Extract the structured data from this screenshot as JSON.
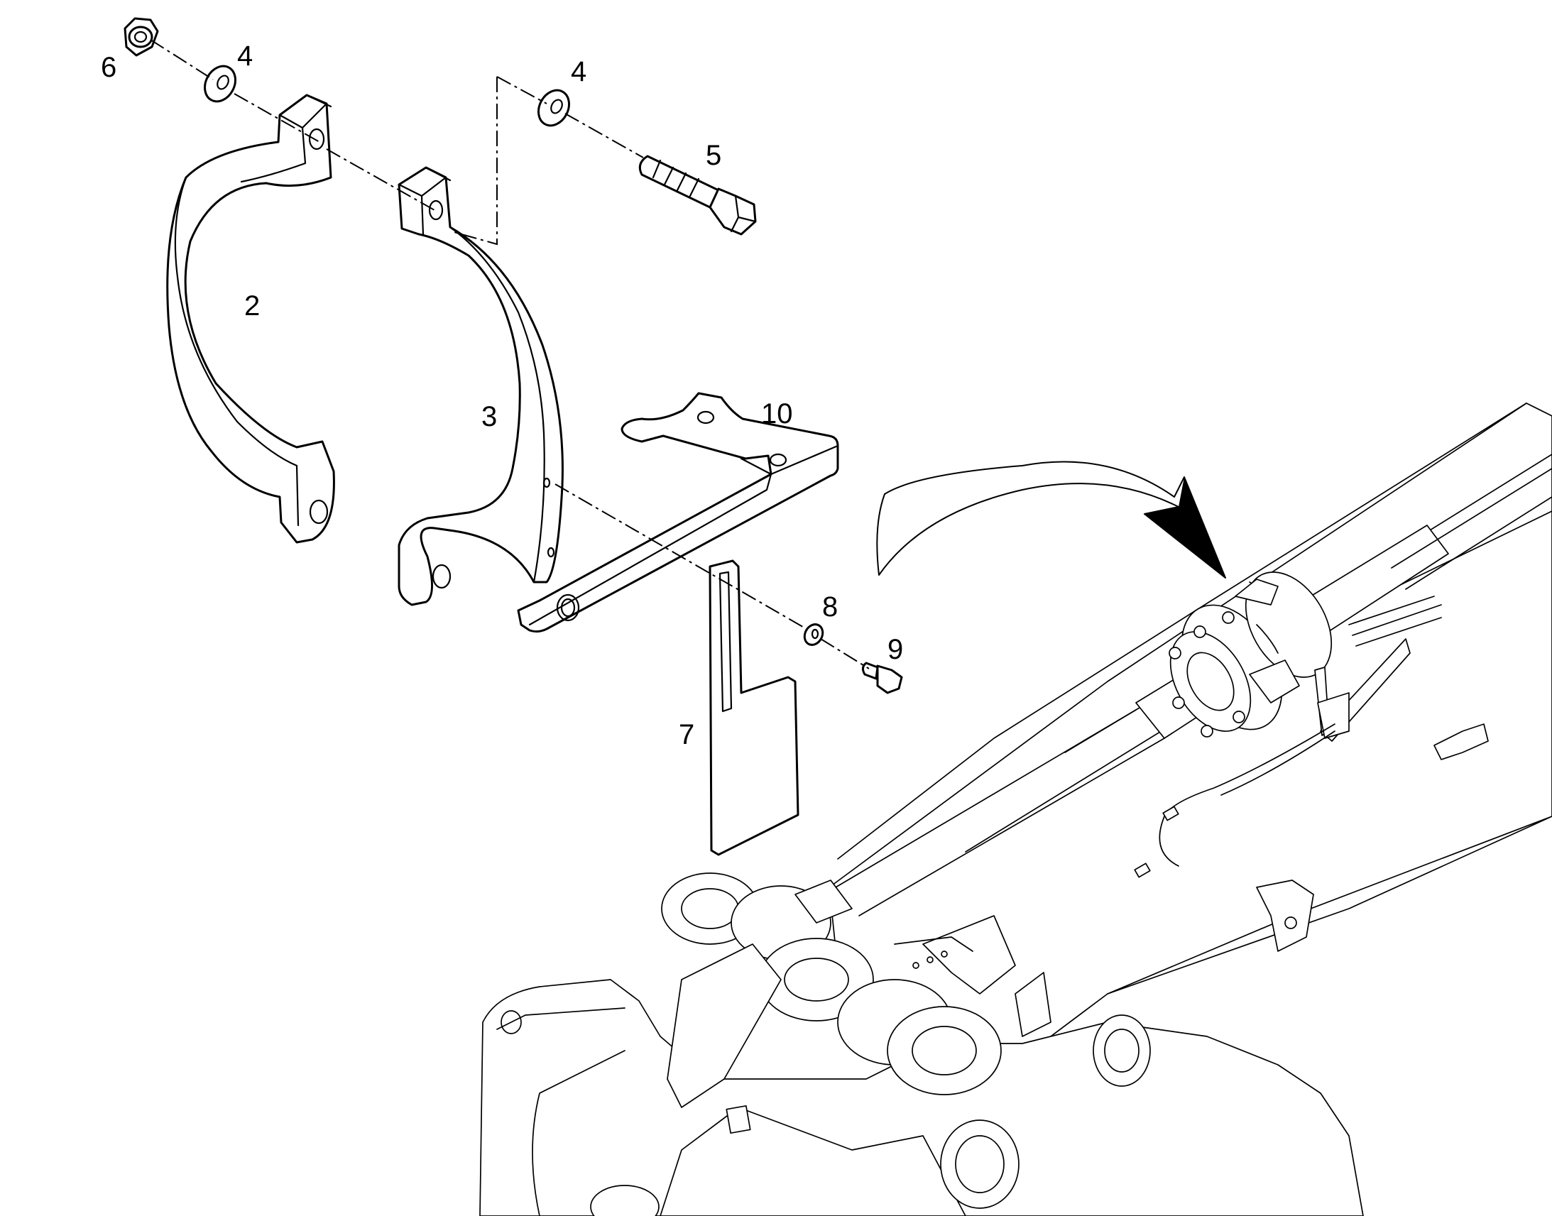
{
  "diagram": {
    "callouts": [
      {
        "id": "c6",
        "text": "6"
      },
      {
        "id": "c4a",
        "text": "4"
      },
      {
        "id": "c4b",
        "text": "4"
      },
      {
        "id": "c5",
        "text": "5"
      },
      {
        "id": "c2",
        "text": "2"
      },
      {
        "id": "c3",
        "text": "3"
      },
      {
        "id": "c10",
        "text": "10"
      },
      {
        "id": "c8",
        "text": "8"
      },
      {
        "id": "c9",
        "text": "9"
      },
      {
        "id": "c7",
        "text": "7"
      }
    ],
    "colors": {
      "line": "#000000",
      "background": "#ffffff"
    }
  }
}
